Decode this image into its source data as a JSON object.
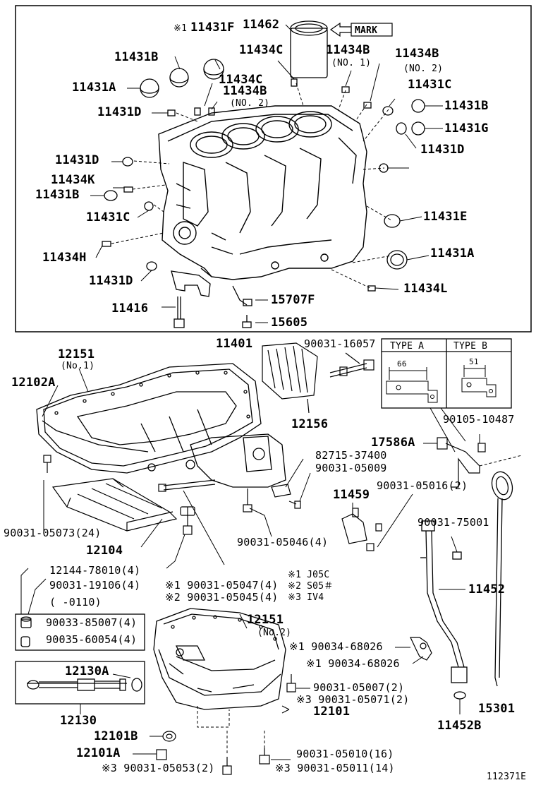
{
  "diagram": {
    "figure_number": "112371E",
    "mark_box": "MARK",
    "type_a": "TYPE A",
    "type_b": "TYPE B",
    "type_a_dim": "66",
    "type_b_dim": "51",
    "notes": {
      "n1": "※1 J05C",
      "n2": "※2 S05＃",
      "n3": "※3 IV4"
    }
  },
  "labels": {
    "p11431F": "11431F",
    "p11431F_mark": "※1",
    "p11462": "11462",
    "p11431B_a": "11431B",
    "p11434C_a": "11434C",
    "p11434B_a": "11434B",
    "p11434B_a_sub": "(NO. 1)",
    "p11434B_b": "11434B",
    "p11434B_b_sub": "(NO. 2)",
    "p11431A_a": "11431A",
    "p11434C_b": "11434C",
    "p11434B_c": "11434B",
    "p11434B_c_sub": "(NO. 2)",
    "p11431C_a": "11431C",
    "p11431D_a": "11431D",
    "p11431B_b": "11431B",
    "p11431G": "11431G",
    "p11431D_b": "11431D",
    "p11431D_c": "11431D",
    "p11434K": "11434K",
    "p11431B_c": "11431B",
    "p11431C_b": "11431C",
    "p11431E": "11431E",
    "p11434H": "11434H",
    "p11431A_b": "11431A",
    "p11431D_d": "11431D",
    "p11434L": "11434L",
    "p11416": "11416",
    "p15707F": "15707F",
    "p15605": "15605",
    "p11401": "11401",
    "p90031_16057": "90031-16057",
    "p12151_a": "12151",
    "p12151_a_sub": "(No.1)",
    "p12102A": "12102A",
    "p12156": "12156",
    "p90105_10487": "90105-10487",
    "p17586A": "17586A",
    "p82715_37400": "82715-37400",
    "p90031_05009": "90031-05009",
    "p90031_05016": "90031-05016(2)",
    "p11459": "11459",
    "p90031_05073": "90031-05073(24)",
    "p90031_75001": "90031-75001",
    "p12104": "12104",
    "p90031_05046": "90031-05046(4)",
    "p12144_78010": "12144-78010(4)",
    "p90031_19106": "90031-19106(4)",
    "p0110": "(      -0110)",
    "p90031_05047": "※1 90031-05047(4)",
    "p90031_05045": "※2 90031-05045(4)",
    "p11452": "11452",
    "p90033_85007": "90033-85007(4)",
    "p90035_60054": "90035-60054(4)",
    "p12151_b": "12151",
    "p12151_b_sub": "(No.2)",
    "p90034_68026_a": "※1 90034-68026",
    "p90034_68026_b": "※1 90034-68026",
    "p12130A": "12130A",
    "p90031_05007": "90031-05007(2)",
    "p90031_05071": "※3 90031-05071(2)",
    "p12101": "12101",
    "p12130": "12130",
    "p15301": "15301",
    "p11452B": "11452B",
    "p12101B": "12101B",
    "p12101A": "12101A",
    "p90031_05010": "90031-05010(16)",
    "p90031_05053": "※3 90031-05053(2)",
    "p90031_05011": "※3 90031-05011(14)"
  }
}
